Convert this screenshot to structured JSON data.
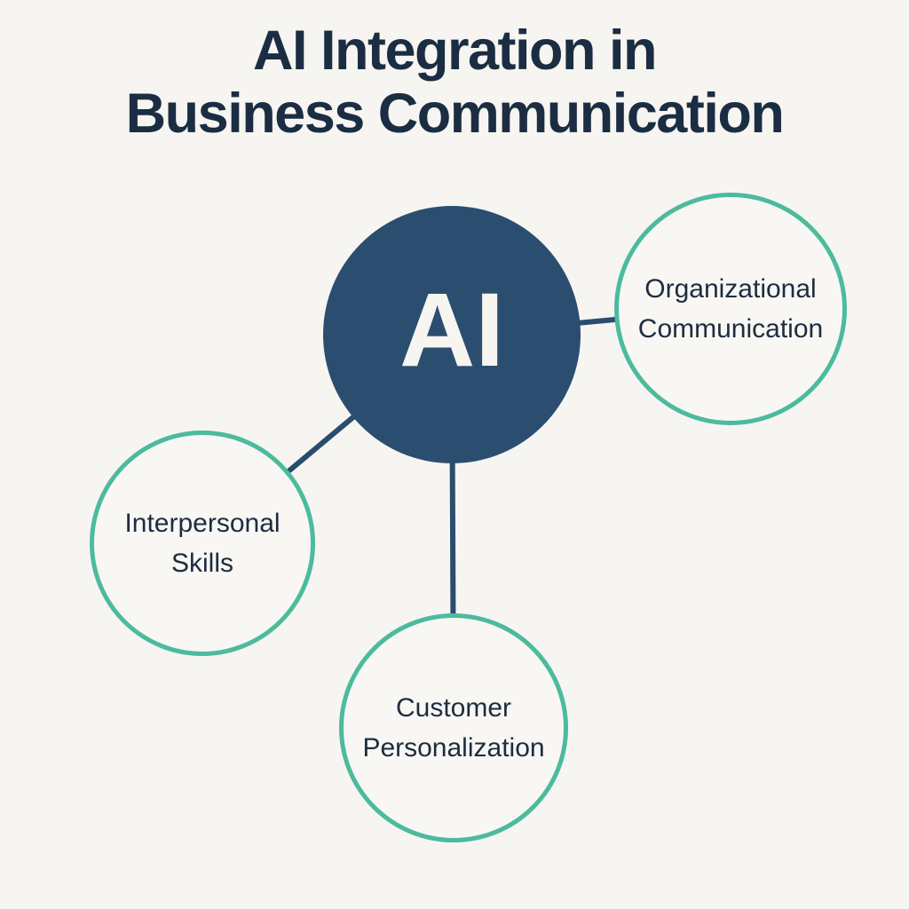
{
  "title": {
    "line1": "AI Integration in",
    "line2": "Business Communication"
  },
  "center_node": {
    "label": "AI"
  },
  "nodes": [
    {
      "id": "organizational-communication",
      "label": "Organizational Communication"
    },
    {
      "id": "interpersonal-skills",
      "label": "Interpersonal Skills"
    },
    {
      "id": "customer-personalization",
      "label": "Customer Personalization"
    }
  ],
  "colors": {
    "background": "#f7f5f1",
    "title_text": "#1b2d42",
    "connector": "#2a4c6e",
    "center_fill": "#2b4e70",
    "center_label": "#f7f5ef",
    "node_fill": "#f8f7f3",
    "node_border": "#4cbb9d",
    "node_label": "#1e2c40"
  }
}
